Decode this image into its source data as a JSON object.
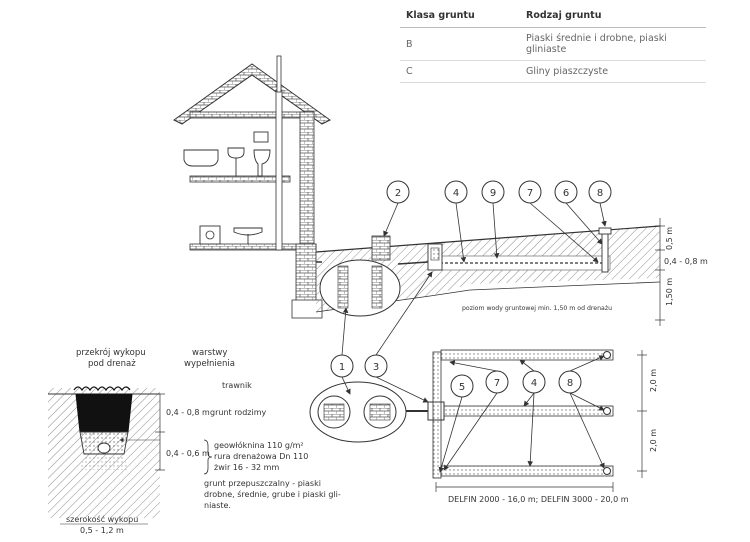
{
  "table": {
    "headers": [
      "Klasa gruntu",
      "Rodzaj gruntu"
    ],
    "rows": [
      [
        "B",
        "Piaski średnie i drobne, piaski gliniaste"
      ],
      [
        "C",
        "Gliny piaszczyste"
      ]
    ]
  },
  "main": {
    "callouts_top": [
      "2",
      "4",
      "9",
      "7",
      "6",
      "8"
    ],
    "callouts_bottom": [
      "1",
      "3"
    ],
    "dim_05": "0,5 m",
    "dim_0408": "0,4 - 0,8 m",
    "dim_150": "1,50 m",
    "groundwater": "poziom wody gruntowej min. 1,50 m od drenażu"
  },
  "section": {
    "title_left_1": "przekrój wykopu",
    "title_left_2": "pod drenaż",
    "title_right_1": "warstwy",
    "title_right_2": "wypełnienia",
    "trawnik": "trawnik",
    "dim_top": "0,4 - 0,8 m",
    "grunt_rodzimy": "grunt rodzimy",
    "dim_bottom": "0,4 - 0,6 m",
    "geo_1": "geowłóknina 110 g/m²",
    "geo_2": "rura drenażowa Dn 110",
    "geo_3": "żwir 16 - 32 mm",
    "grunt_1": "grunt przepuszczalny - piaski",
    "grunt_2": "drobne, średnie, grube i piaski gli-",
    "grunt_3": "niaste.",
    "width_1": "szerokość wykopu",
    "width_2": "0,5 - 1,2 m"
  },
  "plan": {
    "callouts": [
      "5",
      "7",
      "4",
      "8"
    ],
    "dim_1": "2,0 m",
    "dim_2": "2,0 m",
    "caption": "DELFIN 2000 - 16,0 m; DELFIN 3000 - 20,0 m"
  },
  "colors": {
    "line": "#333333",
    "text": "#333333",
    "muted": "#666666",
    "hatch": "#9a9a9a"
  }
}
